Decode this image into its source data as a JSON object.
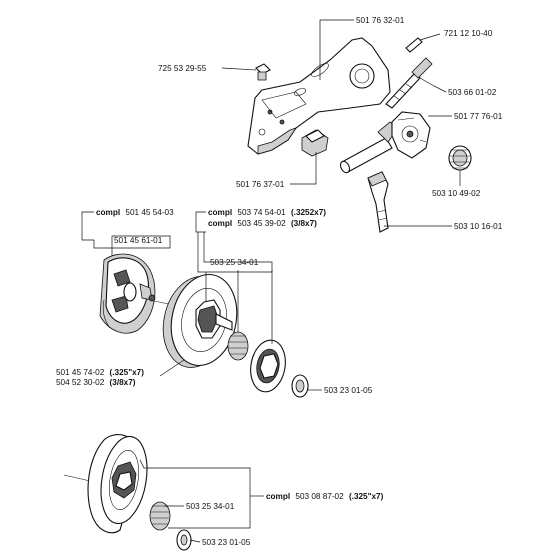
{
  "labels": {
    "bar_plate": "501 76 32-01",
    "pin": "721 12 10-40",
    "screw": "725 53 29-55",
    "adjust_screw": "503 66 01-02",
    "oil_pump": "501 77 76-01",
    "worm": "503 10 49-02",
    "bar_stud": "501 76 37-01",
    "oil_pipe": "503 10 16-01",
    "clutch_compl_word": "compl",
    "clutch_compl": "501 45 54-03",
    "clutch_shoe": "501 45 61-01",
    "drum_compl_word_1": "compl",
    "drum_compl_1": "503 74 54-01",
    "drum_compl_1_spec": "(.3252x7)",
    "drum_compl_word_2": "compl",
    "drum_compl_2": "503 45 39-02",
    "drum_compl_2_spec": "(3/8x7)",
    "needle_bearing_1": "503 25 34-01",
    "drum_1": "501 45 74-02",
    "drum_1_spec": "(.325\"x7)",
    "drum_2": "504 52 30-02",
    "drum_2_spec": "(3/8x7)",
    "washer_1": "503 23 01-05",
    "needle_bearing_2": "503 25 34-01",
    "drum_compl_word_3": "compl",
    "drum_compl_3": "503 08 87-02",
    "drum_compl_3_spec": "(.325\"x7)",
    "washer_2": "503 23 01-05"
  }
}
